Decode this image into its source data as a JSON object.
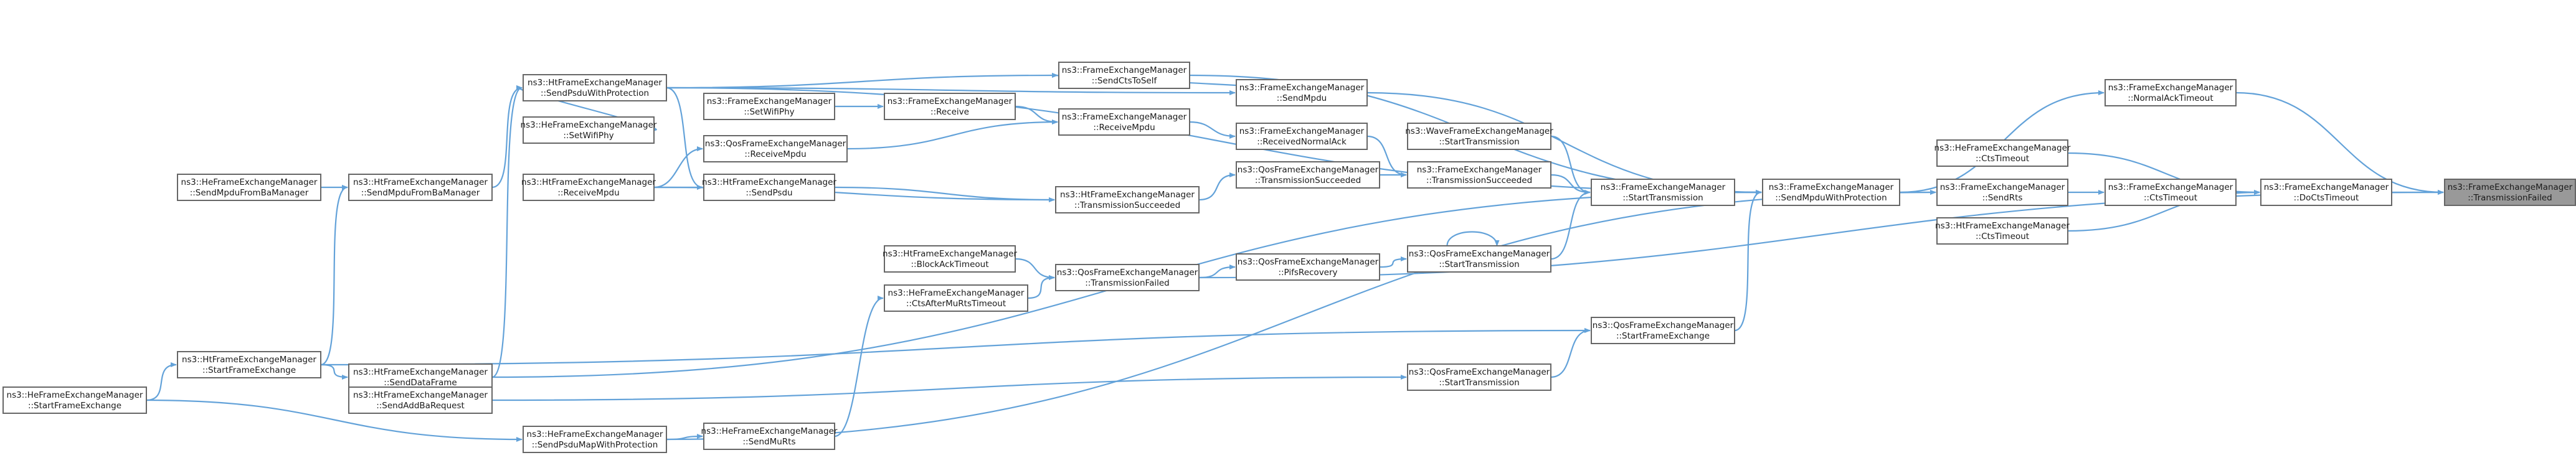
{
  "colors": {
    "node_border": "#666666",
    "node_fill": "#ffffff",
    "focus_fill": "#999999",
    "edge": "#63a2d9",
    "text": "#1a1a1a"
  },
  "nodes": [
    {
      "id": "n1",
      "line1": "ns3::FrameExchangeManager",
      "line2": "::TransmissionFailed",
      "focus": true
    },
    {
      "id": "n2",
      "line1": "ns3::FrameExchangeManager",
      "line2": "::NormalAckTimeout"
    },
    {
      "id": "n3",
      "line1": "ns3::FrameExchangeManager",
      "line2": "::DoCtsTimeout"
    },
    {
      "id": "n4",
      "line1": "ns3::HeFrameExchangeManager",
      "line2": "::CtsTimeout"
    },
    {
      "id": "n5",
      "line1": "ns3::FrameExchangeManager",
      "line2": "::CtsTimeout"
    },
    {
      "id": "n6",
      "line1": "ns3::HtFrameExchangeManager",
      "line2": "::CtsTimeout"
    },
    {
      "id": "n7",
      "line1": "ns3::FrameExchangeManager",
      "line2": "::SendRts"
    },
    {
      "id": "n8",
      "line1": "ns3::FrameExchangeManager",
      "line2": "::SendMpduWithProtection"
    },
    {
      "id": "n9",
      "line1": "ns3::FrameExchangeManager",
      "line2": "::SendCtsToSelf"
    },
    {
      "id": "n10",
      "line1": "ns3::FrameExchangeManager",
      "line2": "::SendMpdu"
    },
    {
      "id": "n11",
      "line1": "ns3::FrameExchangeManager",
      "line2": "::ReceiveMpdu"
    },
    {
      "id": "n12",
      "line1": "ns3::FrameExchangeManager",
      "line2": "::ReceivedNormalAck"
    },
    {
      "id": "n13",
      "line1": "ns3::WaveFrameExchangeManager",
      "line2": "::StartTransmission"
    },
    {
      "id": "n14",
      "line1": "ns3::FrameExchangeManager",
      "line2": "::TransmissionSucceeded"
    },
    {
      "id": "n15",
      "line1": "ns3::FrameExchangeManager",
      "line2": "::StartTransmission"
    },
    {
      "id": "n16",
      "line1": "ns3::QosFrameExchangeManager",
      "line2": "::TransmissionSucceeded"
    },
    {
      "id": "n17",
      "line1": "ns3::QosFrameExchangeManager",
      "line2": "::StartTransmission"
    },
    {
      "id": "n18",
      "line1": "ns3::QosFrameExchangeManager",
      "line2": "::PifsRecovery"
    },
    {
      "id": "n19",
      "line1": "ns3::QosFrameExchangeManager",
      "line2": "::StartTransmission"
    },
    {
      "id": "n20",
      "line1": "ns3::QosFrameExchangeManager",
      "line2": "::StartFrameExchange"
    },
    {
      "id": "n21",
      "line1": "ns3::HtFrameExchangeManager",
      "line2": "::TransmissionSucceeded"
    },
    {
      "id": "n22",
      "line1": "ns3::QosFrameExchangeManager",
      "line2": "::TransmissionFailed"
    },
    {
      "id": "n23",
      "line1": "ns3::FrameExchangeManager",
      "line2": "::Receive"
    },
    {
      "id": "n24",
      "line1": "ns3::FrameExchangeManager",
      "line2": "::SetWifiPhy"
    },
    {
      "id": "n25",
      "line1": "ns3::QosFrameExchangeManager",
      "line2": "::ReceiveMpdu"
    },
    {
      "id": "n26",
      "line1": "ns3::HtFrameExchangeManager",
      "line2": "::SendPsdu"
    },
    {
      "id": "n27",
      "line1": "ns3::HtFrameExchangeManager",
      "line2": "::BlockAckTimeout"
    },
    {
      "id": "n28",
      "line1": "ns3::HeFrameExchangeManager",
      "line2": "::CtsAfterMuRtsTimeout"
    },
    {
      "id": "n29",
      "line1": "ns3::HeFrameExchangeManager",
      "line2": "::SendMuRts"
    },
    {
      "id": "n30",
      "line1": "ns3::HtFrameExchangeManager",
      "line2": "::SendPsduWithProtection"
    },
    {
      "id": "n31",
      "line1": "ns3::HeFrameExchangeManager",
      "line2": "::SetWifiPhy"
    },
    {
      "id": "n32",
      "line1": "ns3::HtFrameExchangeManager",
      "line2": "::ReceiveMpdu"
    },
    {
      "id": "n33",
      "line1": "ns3::HtFrameExchangeManager",
      "line2": "::SendMpduFromBaManager"
    },
    {
      "id": "n34",
      "line1": "ns3::HeFrameExchangeManager",
      "line2": "::SendMpduFromBaManager"
    },
    {
      "id": "n35",
      "line1": "ns3::HtFrameExchangeManager",
      "line2": "::SendDataFrame"
    },
    {
      "id": "n36",
      "line1": "ns3::HtFrameExchangeManager",
      "line2": "::StartFrameExchange"
    },
    {
      "id": "n37",
      "line1": "ns3::HeFrameExchangeManager",
      "line2": "::StartFrameExchange"
    },
    {
      "id": "n38",
      "line1": "ns3::HtFrameExchangeManager",
      "line2": "::SendAddBaRequest"
    },
    {
      "id": "n39",
      "line1": "ns3::HeFrameExchangeManager",
      "line2": "::SendPsduMapWithProtection"
    }
  ]
}
